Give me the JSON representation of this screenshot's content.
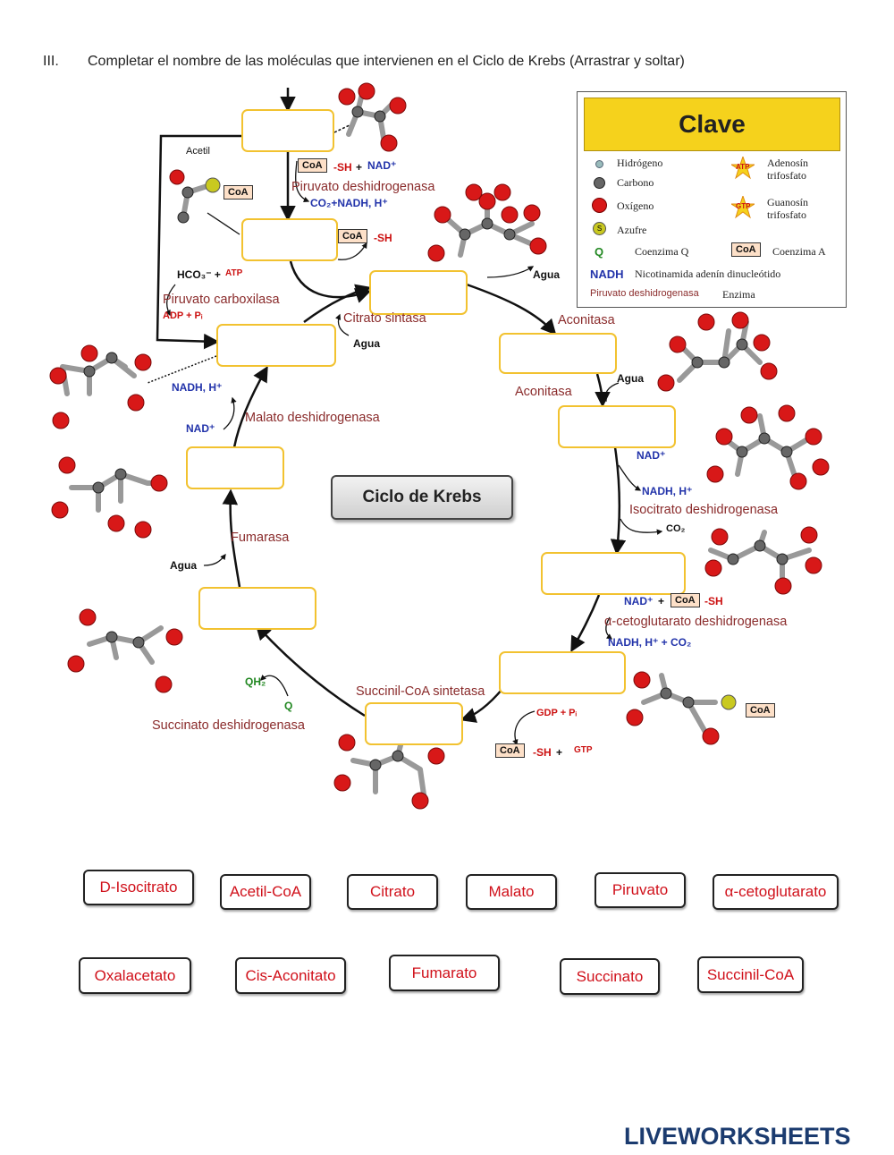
{
  "instruction": {
    "number": "III.",
    "text": "Completar el nombre de las moléculas que intervienen en el Ciclo de Krebs (Arrastrar y soltar)"
  },
  "diagram_title": "Ciclo de Krebs",
  "key": {
    "title": "Clave",
    "items": [
      {
        "label": "Hidrógeno"
      },
      {
        "label": "Carbono"
      },
      {
        "label": "Oxígeno"
      },
      {
        "label": "Azufre",
        "symbol": "S"
      },
      {
        "label": "Coenzima Q",
        "symbol": "Q"
      },
      {
        "label": "Nicotinamida adenín dinucleótido",
        "symbol": "NADH"
      },
      {
        "label": "Enzima",
        "symbol": "Piruvato deshidrogenasa"
      },
      {
        "label": "Adenosín trifosfato",
        "symbol": "ATP"
      },
      {
        "label": "Guanosín trifosfato",
        "symbol": "GTP"
      },
      {
        "label": "Coenzima A",
        "symbol": "CoA"
      }
    ]
  },
  "enzymes": {
    "pdh": "Piruvato deshidrogenasa",
    "pc": "Piruvato carboxilasa",
    "cs": "Citrato sintasa",
    "aco1": "Aconitasa",
    "aco2": "Aconitasa",
    "idh": "Isocitrato deshidrogenasa",
    "akgdh": "α-cetoglutarato deshidrogenasa",
    "scs": "Succinil-CoA sintetasa",
    "sdh": "Succinato deshidrogenasa",
    "fum": "Fumarasa",
    "mdh": "Malato deshidrogenasa"
  },
  "labels": {
    "acetil": "Acetil",
    "coa": "CoA",
    "sh": "-SH",
    "plus": "+",
    "nad_plus": "NAD⁺",
    "co2_nadh": "CO₂+NADH, H⁺",
    "hco3": "HCO₃⁻ +",
    "atp": "ATP",
    "adp_pi": "ADP + Pᵢ",
    "agua": "Agua",
    "nadh_h": "NADH, H⁺",
    "co2": "CO₂",
    "nadh_h_co2": "NADH, H⁺ + CO₂",
    "gdp_pi": "GDP + Pᵢ",
    "gtp": "GTP",
    "qh2": "QH₂",
    "q": "Q",
    "s": "S"
  },
  "answer_options": [
    "D-Isocitrato",
    "Acetil-CoA",
    "Citrato",
    "Malato",
    "Piruvato",
    "α-cetoglutarato",
    "Oxalacetato",
    "Cis-Aconitato",
    "Fumarato",
    "Succinato",
    "Succinil-CoA"
  ],
  "logo": "LIVEWORKSHEETS",
  "colors": {
    "drop_border": "#f2c230",
    "chip_text": "#d0101a",
    "enzyme_text": "#8a2b2b",
    "nad_text": "#2233aa",
    "oxygen": "#d81818",
    "carbon": "#666666"
  }
}
